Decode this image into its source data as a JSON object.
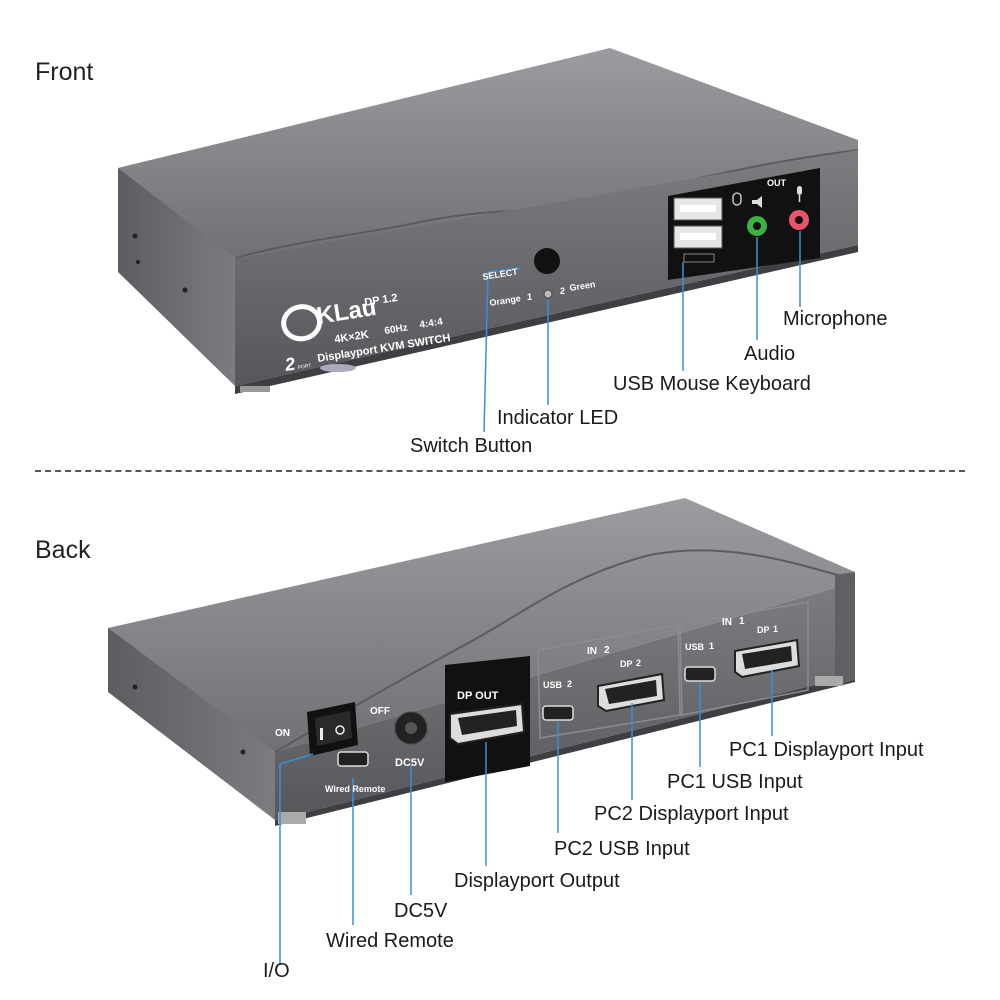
{
  "sections": {
    "front": "Front",
    "back": "Back"
  },
  "brand": {
    "logo": "KLau",
    "spec_dp": "DP 1.2",
    "spec_res": "4K×2K",
    "spec_hz": "60Hz",
    "spec_chroma": "4:4:4",
    "model": "Displayport KVM SWITCH",
    "port_count": "2",
    "port_word": "PORT"
  },
  "front_panel": {
    "select": "SELECT",
    "orange": "Orange",
    "orange_num": "1",
    "green": "Green",
    "green_num": "2",
    "out": "OUT"
  },
  "back_panel": {
    "on": "ON",
    "off": "OFF",
    "wired_remote": "Wired Remote",
    "dc5v": "DC5V",
    "dp_out": "DP OUT",
    "in2": "IN",
    "in2_num": "2",
    "in1": "IN",
    "in1_num": "1",
    "usb2": "USB",
    "usb2_num": "2",
    "dp2": "DP",
    "dp2_num": "2",
    "usb1": "USB",
    "usb1_num": "1",
    "dp1": "DP",
    "dp1_num": "1"
  },
  "front_callouts": {
    "microphone": "Microphone",
    "audio": "Audio",
    "usb_mouse_keyboard": "USB Mouse Keyboard",
    "indicator_led": "Indicator LED",
    "switch_button": "Switch Button"
  },
  "back_callouts": {
    "pc1_dp_input": "PC1 Displayport Input",
    "pc1_usb_input": "PC1 USB Input",
    "pc2_dp_input": "PC2 Displayport Input",
    "pc2_usb_input": "PC2 USB Input",
    "dp_output": "Displayport Output",
    "dc5v": "DC5V",
    "wired_remote": "Wired Remote",
    "io": "I/O"
  },
  "colors": {
    "device_body": "#6e7073",
    "device_top": "#8a8c8f",
    "callout_line": "#3b8fd6",
    "audio_jack": "#3cb043",
    "mic_jack": "#e8556b",
    "panel_black": "#111111"
  }
}
